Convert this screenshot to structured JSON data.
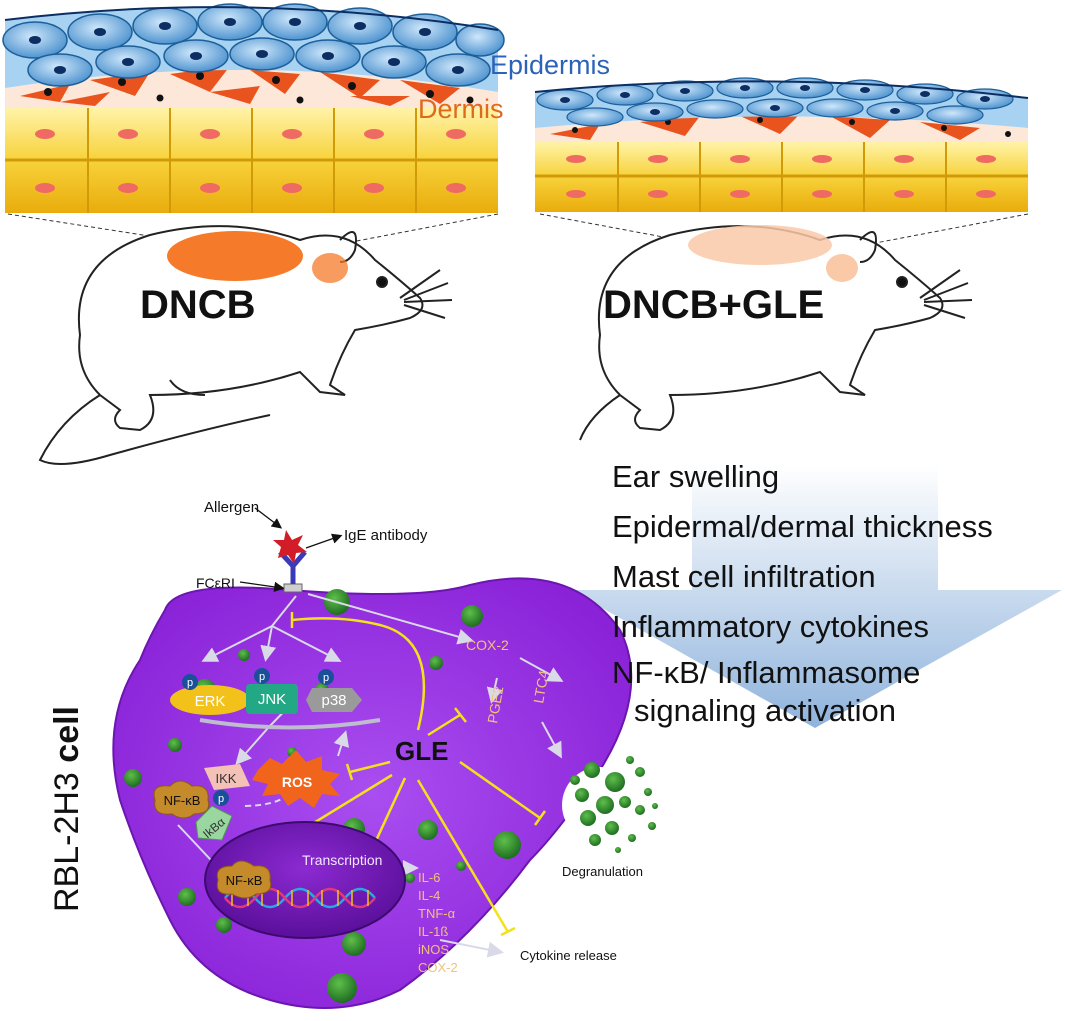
{
  "skin_labels": {
    "epidermis": "Epidermis",
    "dermis": "Dermis"
  },
  "groups": {
    "left": "DNCB",
    "right": "DNCB+GLE"
  },
  "effects": {
    "items": [
      "Ear swelling",
      "Epidermal/dermal  thickness",
      "Mast cell infiltration",
      "Inflammatory cytokines",
      "NF-κB/ Inflammasome",
      "signaling activation"
    ]
  },
  "cell": {
    "title_part1": "RBL-2H3 ",
    "title_part2": "cell",
    "allergen": "Allergen",
    "ige": "IgE antibody",
    "receptor": "FCεRI",
    "erk": "ERK",
    "jnk": "JNK",
    "p38": "p38",
    "phospho": "p",
    "cox2": "COX-2",
    "pge2": "PGE2",
    "ltc4": "LTC4",
    "gle": "GLE",
    "ikk": "IKK",
    "ros": "ROS",
    "nfkb": "NF-κB",
    "ikba": "IkBα",
    "nfkb_nucleus": "NF-κB",
    "transcription": "Transcription",
    "degranulation": "Degranulation",
    "cytokine_release": "Cytokine release",
    "cytokines": [
      "IL-6",
      "IL-4",
      "TNF-α",
      "IL-1ß",
      "iNOS",
      "COX-2"
    ]
  },
  "colors": {
    "epidermis_cell": "#3a8fd0",
    "dermis": "#e8531e",
    "fat": "#f2c21a",
    "cell_body": "#9a2fe0",
    "inhibitor": "#f2e21a",
    "granule": "#2f8a2f",
    "erk": "#f2c21a",
    "jnk": "#22a884",
    "p38": "#9a9a9a"
  }
}
